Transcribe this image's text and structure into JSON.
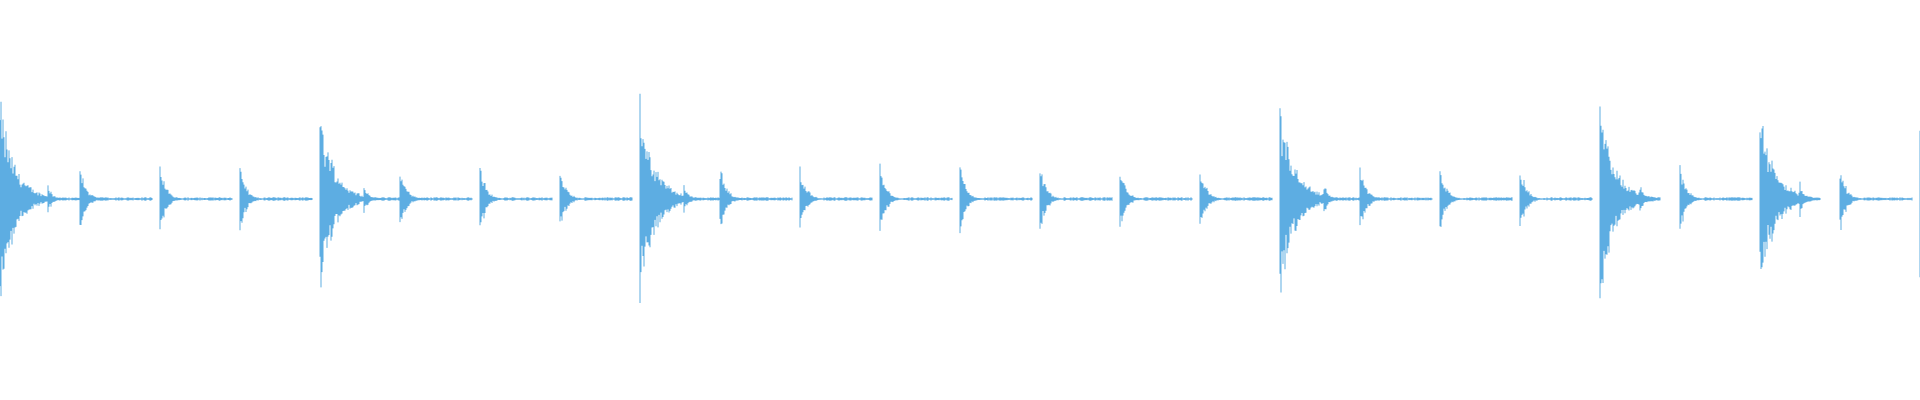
{
  "waveform": {
    "color": "#5dade2",
    "background": "#ffffff",
    "note": "",
    "transients": [
      {
        "time": 0.0,
        "peak": 0.62,
        "decay": 0.75,
        "tail": 0.6
      },
      {
        "time": 0.6,
        "peak": 0.1,
        "decay": 0.2,
        "tail": 0.0
      },
      {
        "time": 1.0,
        "peak": 0.22,
        "decay": 0.3,
        "tail": 0.6
      },
      {
        "time": 2.0,
        "peak": 0.22,
        "decay": 0.3,
        "tail": 0.6
      },
      {
        "time": 3.0,
        "peak": 0.22,
        "decay": 0.3,
        "tail": 0.6
      },
      {
        "time": 4.0,
        "peak": 0.55,
        "decay": 0.75,
        "tail": 0.6
      },
      {
        "time": 4.55,
        "peak": 0.1,
        "decay": 0.2,
        "tail": 0.0
      },
      {
        "time": 5.0,
        "peak": 0.22,
        "decay": 0.3,
        "tail": 0.6
      },
      {
        "time": 6.0,
        "peak": 0.22,
        "decay": 0.3,
        "tail": 0.6
      },
      {
        "time": 7.0,
        "peak": 0.22,
        "decay": 0.3,
        "tail": 0.6
      },
      {
        "time": 8.0,
        "peak": 0.62,
        "decay": 0.75,
        "tail": 0.6
      },
      {
        "time": 8.55,
        "peak": 0.1,
        "decay": 0.2,
        "tail": 0.0
      },
      {
        "time": 9.0,
        "peak": 0.22,
        "decay": 0.3,
        "tail": 0.6
      },
      {
        "time": 10.0,
        "peak": 0.22,
        "decay": 0.3,
        "tail": 0.6
      },
      {
        "time": 11.0,
        "peak": 0.22,
        "decay": 0.3,
        "tail": 0.6
      },
      {
        "time": 12.0,
        "peak": 0.22,
        "decay": 0.3,
        "tail": 0.6
      },
      {
        "time": 13.0,
        "peak": 0.22,
        "decay": 0.3,
        "tail": 0.6
      },
      {
        "time": 14.0,
        "peak": 0.22,
        "decay": 0.3,
        "tail": 0.6
      },
      {
        "time": 15.0,
        "peak": 0.22,
        "decay": 0.3,
        "tail": 0.6
      },
      {
        "time": 16.0,
        "peak": 0.58,
        "decay": 0.75,
        "tail": 0.6
      },
      {
        "time": 16.55,
        "peak": 0.1,
        "decay": 0.2,
        "tail": 0.0
      },
      {
        "time": 17.0,
        "peak": 0.22,
        "decay": 0.3,
        "tail": 0.6
      },
      {
        "time": 18.0,
        "peak": 0.22,
        "decay": 0.3,
        "tail": 0.6
      },
      {
        "time": 19.0,
        "peak": 0.22,
        "decay": 0.3,
        "tail": 0.6
      },
      {
        "time": 20.0,
        "peak": 0.6,
        "decay": 0.75,
        "tail": 0.0
      },
      {
        "time": 20.5,
        "peak": 0.1,
        "decay": 0.2,
        "tail": 0.0
      },
      {
        "time": 21.0,
        "peak": 0.22,
        "decay": 0.3,
        "tail": 0.6
      },
      {
        "time": 22.0,
        "peak": 0.56,
        "decay": 0.75,
        "tail": 0.0
      },
      {
        "time": 22.5,
        "peak": 0.1,
        "decay": 0.2,
        "tail": 0.0
      },
      {
        "time": 23.0,
        "peak": 0.22,
        "decay": 0.3,
        "tail": 0.6
      },
      {
        "time": 24.0,
        "peak": 0.58,
        "decay": 0.2,
        "tail": 0.0
      }
    ]
  }
}
